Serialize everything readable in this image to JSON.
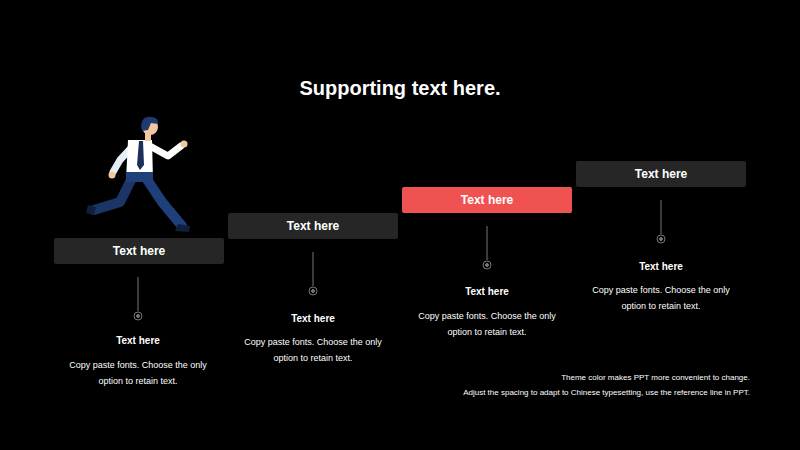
{
  "diagram": {
    "title": "Supporting text here.",
    "nodes": [
      {
        "text": [
          "Text here"
        ]
      },
      {
        "text": [
          "Text here"
        ]
      },
      {
        "text": [
          "Text here"
        ]
      },
      {
        "text": [
          "Text here"
        ]
      }
    ],
    "labels": [
      "Text here",
      "Copy paste fonts. Choose the only option to retain text.",
      "Text here",
      "Copy paste fonts. Choose the only option to retain text.",
      "Text here",
      "Copy paste fonts. Choose the only option to retain text.",
      "Text here",
      "Copy paste fonts. Choose the only option to retain text.",
      "Theme color makes PPT more convenient to change.",
      "Adjust the spacing to adapt to Chinese typesetting, use the reference line in PPT."
    ]
  }
}
